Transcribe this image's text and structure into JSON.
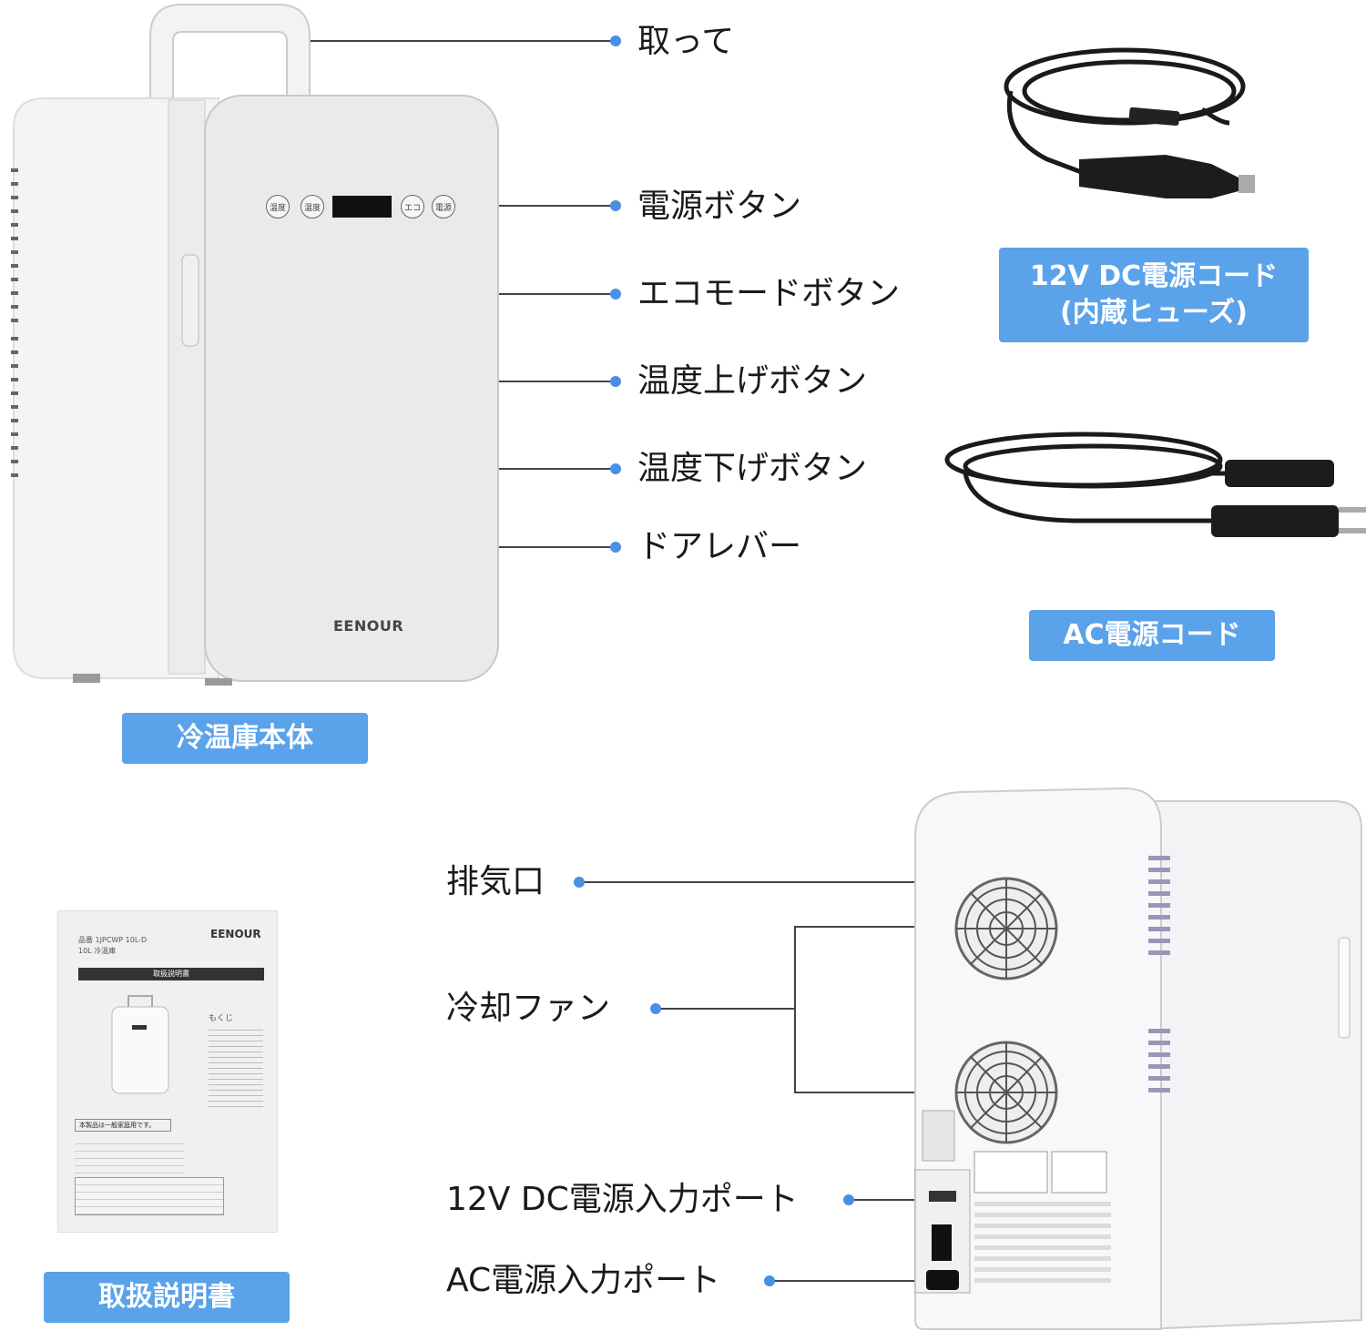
{
  "front_labels": {
    "handle": "取って",
    "power_button": "電源ボタン",
    "eco_button": "エコモードボタン",
    "temp_up_button": "温度上げボタン",
    "temp_down_button": "温度下げボタン",
    "door_lever": "ドアレバー"
  },
  "front_panel": {
    "btn_temp_down": "温度",
    "btn_temp_up": "温度",
    "btn_eco": "エコ",
    "btn_power": "電源",
    "brand": "EENOUR"
  },
  "badges": {
    "dc_cord_line1": "12V DC電源コード",
    "dc_cord_line2": "(内蔵ヒューズ)",
    "ac_cord": "AC電源コード",
    "body": "冷温庫本体",
    "manual": "取扱説明書"
  },
  "back_labels": {
    "exhaust": "排気口",
    "fan": "冷却ファン",
    "dc_port": "12V DC電源入力ポート",
    "ac_port": "AC電源入力ポート"
  },
  "manual": {
    "brand": "EENOUR",
    "model": "品番 1JPCWP 10L-D",
    "product": "10L 冷温庫",
    "title": "取扱説明書",
    "toc": "もくじ",
    "warning": "本製品は一般家庭用です。"
  },
  "colors": {
    "accent": "#5aa2ea",
    "dot": "#4a90e2"
  }
}
